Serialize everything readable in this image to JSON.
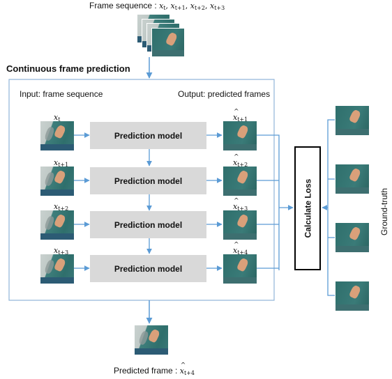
{
  "top_label": {
    "text": "Frame sequence : ",
    "math": [
      "x",
      "t",
      "x",
      "t+1",
      "x",
      "t+2",
      "x",
      "t+3"
    ]
  },
  "section_title": "Continuous frame prediction",
  "input_label": "Input: frame sequence",
  "output_label": "Output: predicted frames",
  "rows": [
    {
      "input_sub": "t",
      "model": "Prediction model",
      "output_sub": "t+1"
    },
    {
      "input_sub": "t+1",
      "model": "Prediction model",
      "output_sub": "t+2"
    },
    {
      "input_sub": "t+2",
      "model": "Prediction model",
      "output_sub": "t+3"
    },
    {
      "input_sub": "t+3",
      "model": "Prediction model",
      "output_sub": "t+4"
    }
  ],
  "loss_label": "Calculate Loss",
  "ground_truth_label": "Ground-truth",
  "bottom_label": {
    "text": "Predicted frame : ",
    "sub": "t+4"
  },
  "colors": {
    "arrow": "#5b9bd5",
    "frame_border": "#8fb4d8",
    "model_fill": "#d9d9d9"
  }
}
